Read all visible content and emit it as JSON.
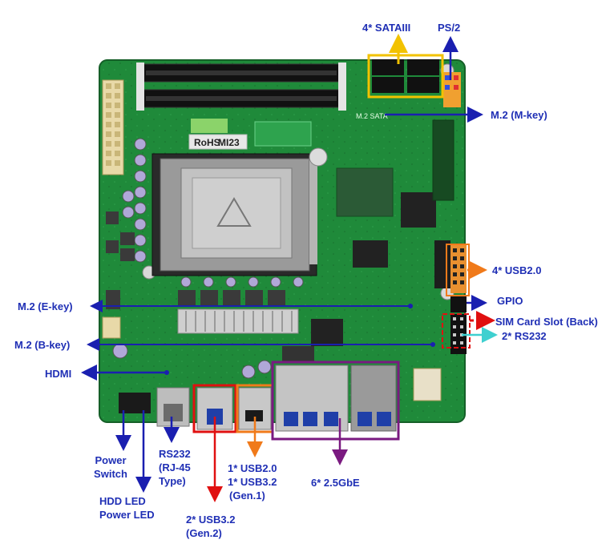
{
  "board": {
    "silkscreen_model": "MI23",
    "silkscreen_rohs": "RoHS",
    "silkscreen_m2": "M.2 SATA"
  },
  "labels": {
    "sata": "4* SATAIII",
    "ps2": "PS/2",
    "m2_m": "M.2 (M-key)",
    "usb20_header": "4* USB2.0",
    "gpio": "GPIO",
    "sim": "SIM Card Slot (Back)",
    "rs232_header": "2* RS232",
    "m2_e": "M.2 (E-key)",
    "m2_b": "M.2 (B-key)",
    "hdmi": "HDMI",
    "power_switch": [
      "Power",
      "Switch"
    ],
    "rs232_rj45": [
      "RS232",
      "(RJ-45",
      "Type)"
    ],
    "hdd_led": [
      "HDD LED",
      "Power LED"
    ],
    "usb_combo": [
      "1* USB2.0",
      "1* USB3.2",
      "(Gen.1)"
    ],
    "usb32_gen2": [
      "2* USB3.2",
      "(Gen.2)"
    ],
    "lan": "6* 2.5GbE"
  },
  "colors": {
    "board_green": "#1f8a3a",
    "label_blue": "#1f2fb5",
    "arrow_blue": "#1a1fb0",
    "sata_yellow": "#f2c200",
    "usb_orange": "#f07a1a",
    "sim_red": "#e01010",
    "rs232_cyan": "#3fd0d0",
    "usb_red": "#e01010",
    "lan_purple": "#7a1a80"
  }
}
